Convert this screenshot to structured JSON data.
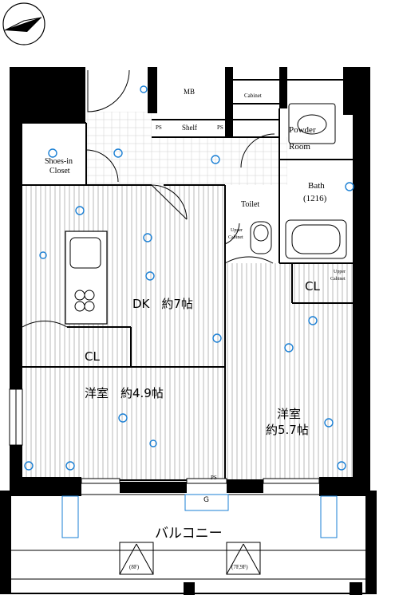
{
  "rooms": {
    "mb": "MB",
    "cabinet": "Cabinet",
    "shelf": "Shelf",
    "ps1": "PS",
    "ps2": "PS",
    "ps3": "PS",
    "powder_room_1": "Powder",
    "powder_room_2": "Room",
    "shoes_closet_1": "Shoes-in",
    "shoes_closet_2": "Closet",
    "bath_1": "Bath",
    "bath_2": "(1216)",
    "toilet": "Toilet",
    "upper_cabinet_left_1": "Upper",
    "upper_cabinet_left_2": "Cabinet",
    "upper_cabinet_right_1": "Upper",
    "upper_cabinet_right_2": "Cabinet",
    "cl_right": "CL",
    "cl_left": "CL",
    "dk": "DK　約7帖",
    "western_left": "洋室　約4.9帖",
    "western_right_1": "洋室",
    "western_right_2": "約5.7帖",
    "balcony": "バルコニー",
    "g_mark": "G",
    "unit_8f": "(8F)",
    "unit_7f9f": "(7F,9F)"
  },
  "colors": {
    "wall": "#000000",
    "fixture_blue": "#1a7fd4",
    "floor_stripe": "#9a9a9a"
  }
}
